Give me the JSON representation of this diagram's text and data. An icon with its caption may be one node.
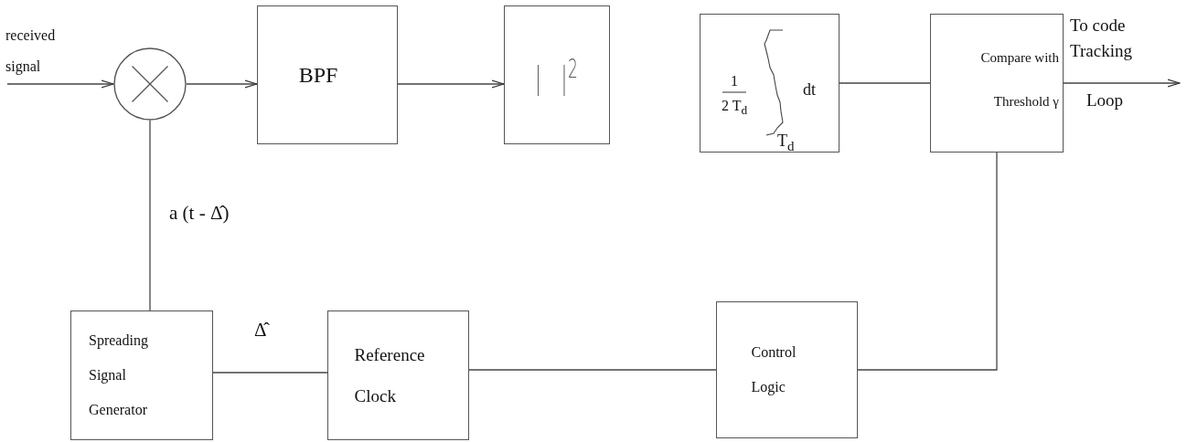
{
  "diagram": {
    "nodes": [
      {
        "text": [
          "received signal"
        ]
      },
      {
        "text": [],
        "shape": "circle"
      },
      {
        "text": [
          "BPF"
        ]
      },
      {
        "text": [
          "|   |$^{2}$"
        ]
      },
      {
        "text": [
          "1",
          "2 T$_{d}$",
          "dt",
          "T$_{d}$"
        ]
      },
      {
        "text": [
          "Compare with Threshold γ"
        ]
      },
      {
        "text": [
          "Spreading Signal Generator"
        ]
      },
      {
        "text": [
          "Reference Clock"
        ]
      },
      {
        "text": [
          "Control Logic"
        ]
      }
    ],
    "edges": [
      {
        "from": 0,
        "to": 1,
        "arrow": "to"
      },
      {
        "from": 1,
        "to": 2,
        "arrow": "to"
      },
      {
        "from": 2,
        "to": 3,
        "arrow": "to"
      },
      {
        "from": 4,
        "to": 5,
        "arrow": "none"
      },
      {
        "from": 5,
        "to": null,
        "arrow": "to"
      },
      {
        "from": 6,
        "to": 1,
        "arrow": "none",
        "label": "a (t -  Δ̂)"
      },
      {
        "from": 6,
        "to": 7,
        "arrow": "none",
        "label": "Δ̂"
      },
      {
        "from": 7,
        "to": 8,
        "arrow": "none"
      },
      {
        "from": 8,
        "to": 5,
        "arrow": "none"
      }
    ],
    "labels": [
      "To code Tracking",
      "Loop"
    ]
  }
}
